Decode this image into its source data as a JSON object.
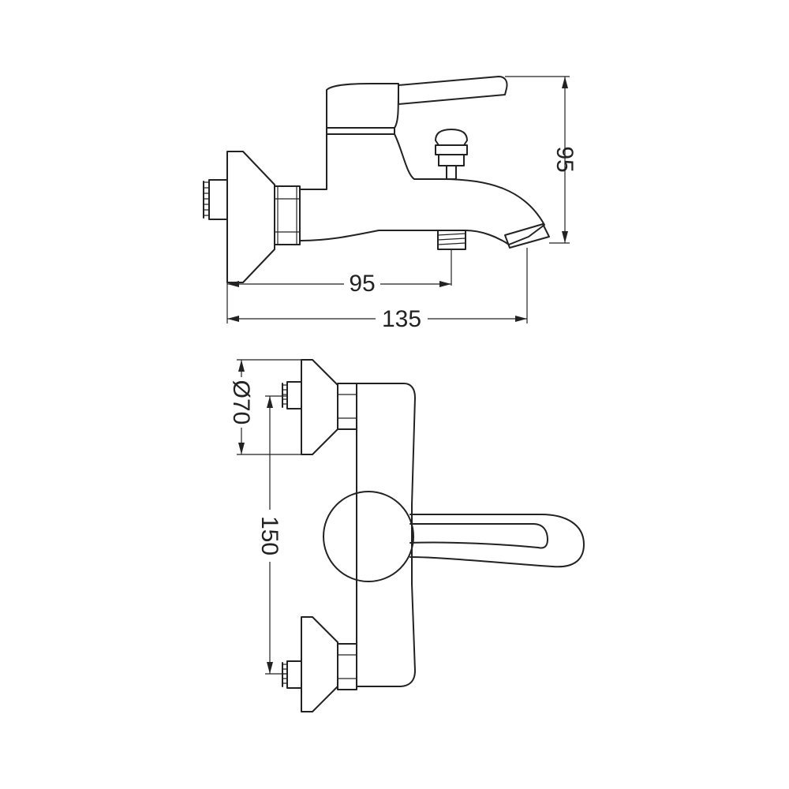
{
  "diagram": {
    "side_view": {
      "dim_height": "95",
      "dim_outlet_to_inlet": "95",
      "dim_total_length": "135"
    },
    "top_view": {
      "dim_flange_diameter": "Ø70",
      "dim_inlet_spacing": "150"
    }
  }
}
